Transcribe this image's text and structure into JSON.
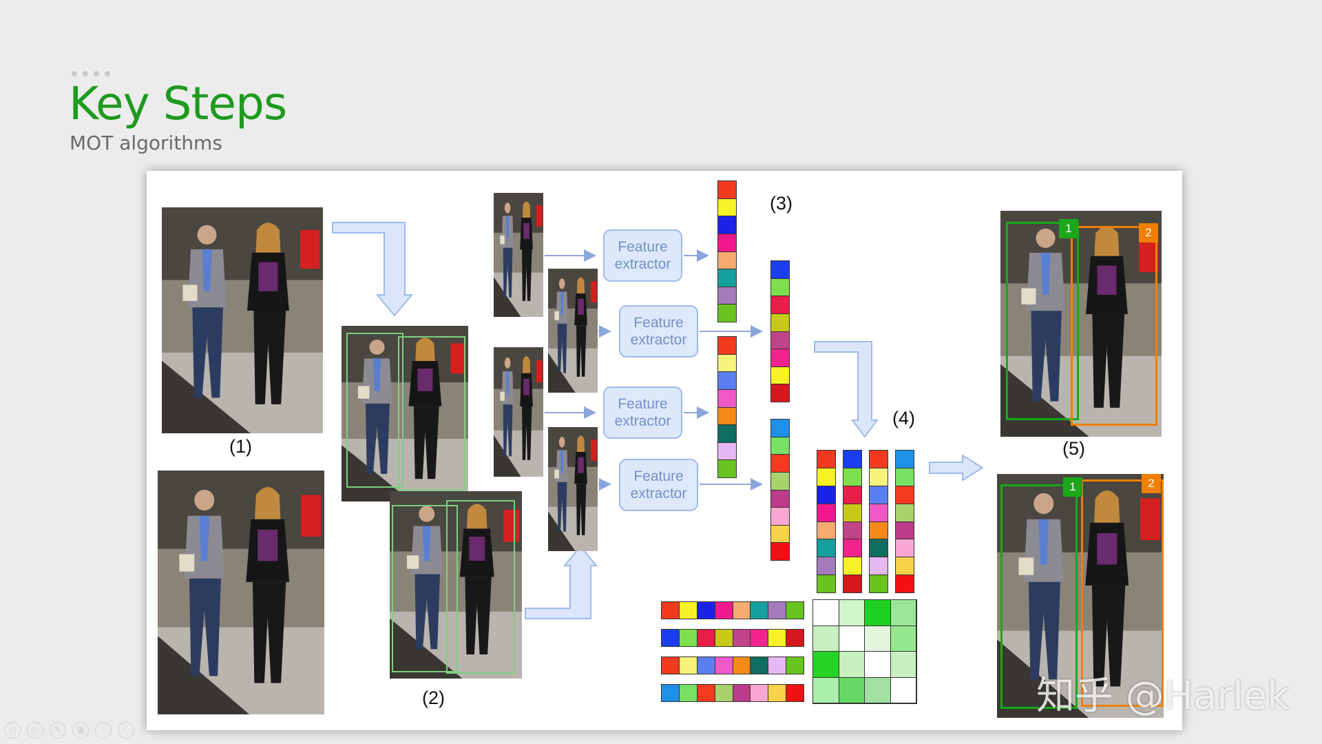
{
  "slide": {
    "title": "Key Steps",
    "subtitle": "MOT algorithms"
  },
  "diagram": {
    "step_labels": [
      "(1)",
      "(2)",
      "(3)",
      "(4)",
      "(5)"
    ],
    "feature_extractor_label": "Feature extractor",
    "track_ids": [
      "1",
      "2"
    ],
    "colors": {
      "detection_box": "#7ed07e",
      "track_1": "#1aa81a",
      "track_2": "#f07f00",
      "arrow_fill": "#dbe6fa",
      "arrow_stroke": "#9eb9ec"
    },
    "feature_vectors": [
      [
        "#f23a1e",
        "#f7f226",
        "#1a24e8",
        "#f0188c",
        "#f6ac6e",
        "#13a09e",
        "#a47bbd",
        "#68c41e"
      ],
      [
        "#1a3ff0",
        "#7ee04e",
        "#e81d48",
        "#c8c818",
        "#c0448a",
        "#f0248c",
        "#f7f226",
        "#d4181e"
      ],
      [
        "#f23a1e",
        "#f7f27a",
        "#5a7ff0",
        "#f058c8",
        "#f48a1a",
        "#0e6e62",
        "#e6b8f4",
        "#68c41e"
      ],
      [
        "#1e90e8",
        "#78e064",
        "#f43a20",
        "#a8d26c",
        "#bc3c8a",
        "#f8a8d0",
        "#f8d24a",
        "#f01212"
      ]
    ],
    "similarity_matrix": [
      [
        "#ffffff",
        "#d2f5cc",
        "#20d020",
        "#98e898"
      ],
      [
        "#c8f0c0",
        "#ffffff",
        "#e2f7de",
        "#96e890"
      ],
      [
        "#26d426",
        "#c8f0c0",
        "#ffffff",
        "#c8f0c0"
      ],
      [
        "#aaf0aa",
        "#66d866",
        "#a2e0a2",
        "#ffffff"
      ]
    ]
  },
  "watermark": "知乎 @Harlek",
  "nav_icons": [
    "back-icon",
    "forward-icon",
    "pen-icon",
    "slides-icon",
    "zoom-icon",
    "more-icon"
  ]
}
